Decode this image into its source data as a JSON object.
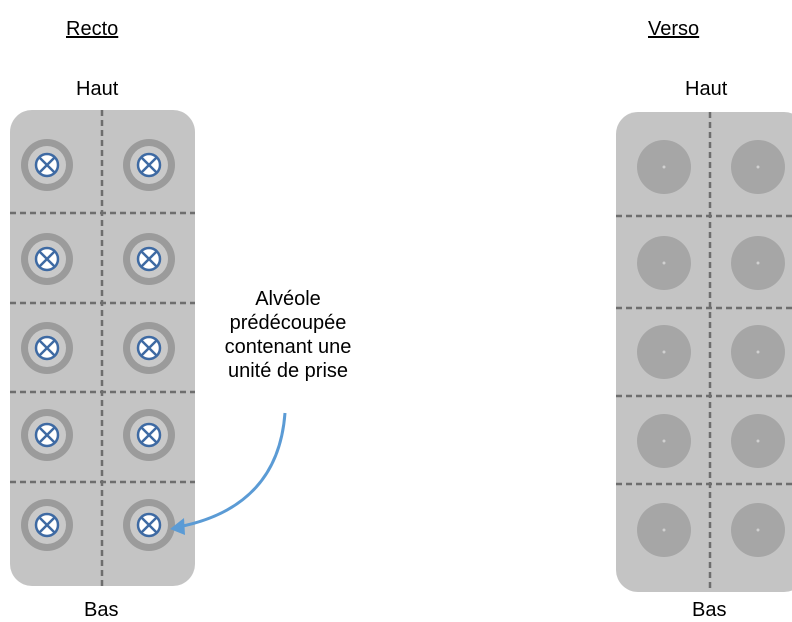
{
  "recto": {
    "title": "Recto",
    "top_label": "Haut",
    "bottom_label": "Bas"
  },
  "verso": {
    "title": "Verso",
    "top_label": "Haut",
    "bottom_label": "Bas"
  },
  "callout": {
    "line1": "Alvéole",
    "line2": "prédécoupée",
    "line3": "contenant une",
    "line4": "unité de prise"
  },
  "colors": {
    "blister": "#c4c4c4",
    "cavity_ring": "#9b9b9b",
    "cavity_inner": "#c9c9c9",
    "symbol": "#3e6aa3",
    "verso_cavity": "#a6a6a6",
    "perforation": "#6e6e6e",
    "arrow": "#5b9bd5"
  },
  "icons": {
    "recto_cavity": "crossed-circle-icon",
    "verso_cavity": "flat-circle-icon"
  }
}
